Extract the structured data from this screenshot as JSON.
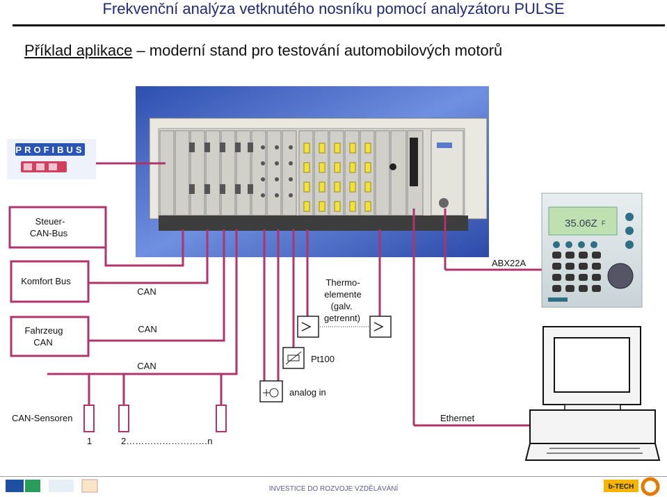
{
  "header": {
    "title": "Frekvenční analýza vetknutého nosníku pomocí analyzátoru PULSE",
    "subtitle_link": "Příklad aplikace",
    "subtitle_rest": " – moderní stand pro testování automobilových motorů"
  },
  "logos": {
    "profibus": "PROFIBUS",
    "footer_brand": "b-TECH"
  },
  "boxes": {
    "steuer": [
      "Steuer-",
      "CAN-Bus"
    ],
    "komfort": "Komfort Bus",
    "fahrzeug": [
      "Fahrzeug",
      "CAN"
    ]
  },
  "labels": {
    "can1": "CAN",
    "can2": "CAN",
    "can3": "CAN",
    "thermo": [
      "Thermo-",
      "elemente",
      "(galv.",
      "getrennt)"
    ],
    "pt100": "Pt100",
    "analog_in": "analog in",
    "abx": "ABX22A",
    "ethernet": "Ethernet",
    "can_sensoren": "CAN-Sensoren",
    "sensor_1": "1",
    "sensor_2n": "2………………………n"
  },
  "keypad": {
    "display": "35.06Z",
    "unit": "F"
  },
  "footer": {
    "text": "INVESTICE DO ROZVOJE VZDĚLÁVÁNÍ"
  },
  "colors": {
    "wire": "#b0336a",
    "title": "#1f2a7a",
    "rack_bg": "#3a5fc0"
  }
}
